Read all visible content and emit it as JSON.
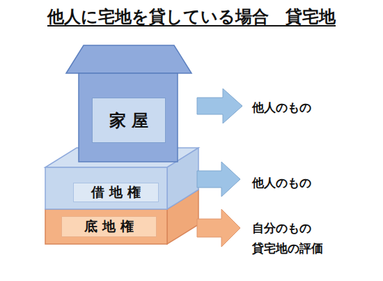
{
  "diagram": {
    "title": "他人に宅地を貸している場合　貸宅地",
    "nodes": [
      {
        "text": [
          "家 屋"
        ]
      },
      {
        "text": [
          "借 地 権"
        ]
      },
      {
        "text": [
          "底 地 権"
        ]
      }
    ],
    "labels": [
      "他人のもの",
      "他人のもの",
      "自分のもの",
      "貸宅地の評価"
    ]
  }
}
